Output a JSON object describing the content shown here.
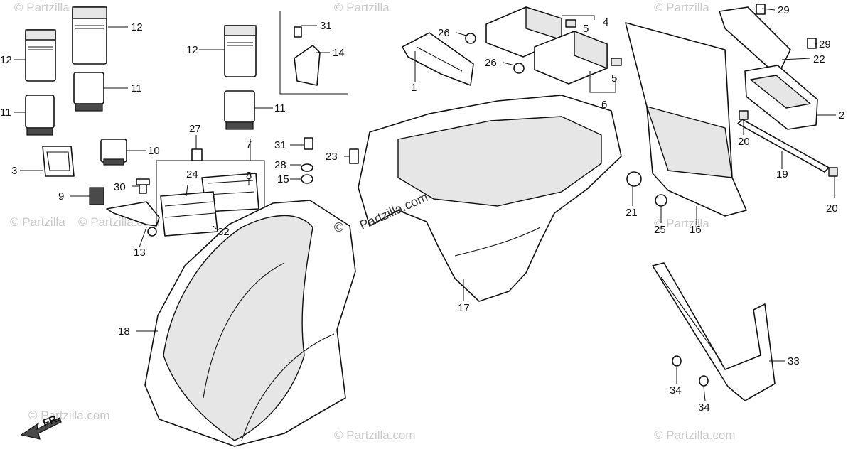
{
  "watermark": {
    "text": "© Partzilla",
    "text_com": "© Partzilla.com",
    "center": "Partzilla.com",
    "center_symbol": "©"
  },
  "direction": {
    "label": "FR."
  },
  "callouts": [
    {
      "id": "c12a",
      "num": "12"
    },
    {
      "id": "c12b",
      "num": "12"
    },
    {
      "id": "c12c",
      "num": "12"
    },
    {
      "id": "c11a",
      "num": "11"
    },
    {
      "id": "c11b",
      "num": "11"
    },
    {
      "id": "c11c",
      "num": "11"
    },
    {
      "id": "c10",
      "num": "10"
    },
    {
      "id": "c3",
      "num": "3"
    },
    {
      "id": "c9",
      "num": "9"
    },
    {
      "id": "c30",
      "num": "30"
    },
    {
      "id": "c13",
      "num": "13"
    },
    {
      "id": "c27",
      "num": "27"
    },
    {
      "id": "c24",
      "num": "24"
    },
    {
      "id": "c7",
      "num": "7"
    },
    {
      "id": "c8",
      "num": "8"
    },
    {
      "id": "c32",
      "num": "32"
    },
    {
      "id": "c31a",
      "num": "31"
    },
    {
      "id": "c14",
      "num": "14"
    },
    {
      "id": "c31b",
      "num": "31"
    },
    {
      "id": "c28",
      "num": "28"
    },
    {
      "id": "c15",
      "num": "15"
    },
    {
      "id": "c23",
      "num": "23"
    },
    {
      "id": "c1",
      "num": "1"
    },
    {
      "id": "c26a",
      "num": "26"
    },
    {
      "id": "c26b",
      "num": "26"
    },
    {
      "id": "c4",
      "num": "4"
    },
    {
      "id": "c5a",
      "num": "5"
    },
    {
      "id": "c5b",
      "num": "5"
    },
    {
      "id": "c6",
      "num": "6"
    },
    {
      "id": "c29a",
      "num": "29"
    },
    {
      "id": "c29b",
      "num": "29"
    },
    {
      "id": "c22",
      "num": "22"
    },
    {
      "id": "c2",
      "num": "2"
    },
    {
      "id": "c20a",
      "num": "20"
    },
    {
      "id": "c20b",
      "num": "20"
    },
    {
      "id": "c19",
      "num": "19"
    },
    {
      "id": "c21",
      "num": "21"
    },
    {
      "id": "c25",
      "num": "25"
    },
    {
      "id": "c16",
      "num": "16"
    },
    {
      "id": "c17",
      "num": "17"
    },
    {
      "id": "c18",
      "num": "18"
    },
    {
      "id": "c33",
      "num": "33"
    },
    {
      "id": "c34a",
      "num": "34"
    },
    {
      "id": "c34b",
      "num": "34"
    }
  ]
}
